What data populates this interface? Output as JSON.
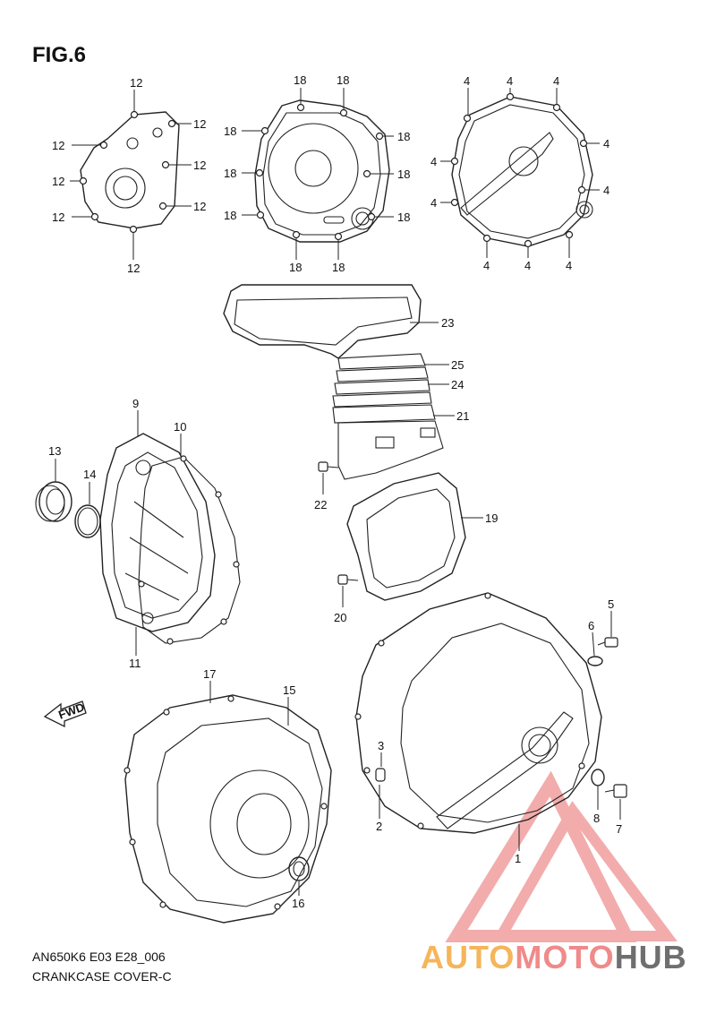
{
  "figure": {
    "title": "FIG.6",
    "model_code": "AN650K6 E03 E28_006",
    "section_name": "CRANKCASE COVER-C",
    "fwd_label": "FWD"
  },
  "watermark": {
    "part1": "AUTO",
    "part2": "MOTO",
    "part3": "HUB",
    "color1": "#f5b55a",
    "color2": "#f08a8a",
    "color3": "#6f6f6f"
  },
  "callouts": {
    "p1": "1",
    "p2": "2",
    "p3": "3",
    "p4": "4",
    "p5": "5",
    "p6": "6",
    "p7": "7",
    "p8": "8",
    "p9": "9",
    "p10": "10",
    "p11": "11",
    "p12": "12",
    "p13": "13",
    "p14": "14",
    "p15": "15",
    "p16": "16",
    "p17": "17",
    "p18": "18",
    "p19": "19",
    "p20": "20",
    "p21": "21",
    "p22": "22",
    "p23": "23",
    "p24": "24",
    "p25": "25"
  }
}
